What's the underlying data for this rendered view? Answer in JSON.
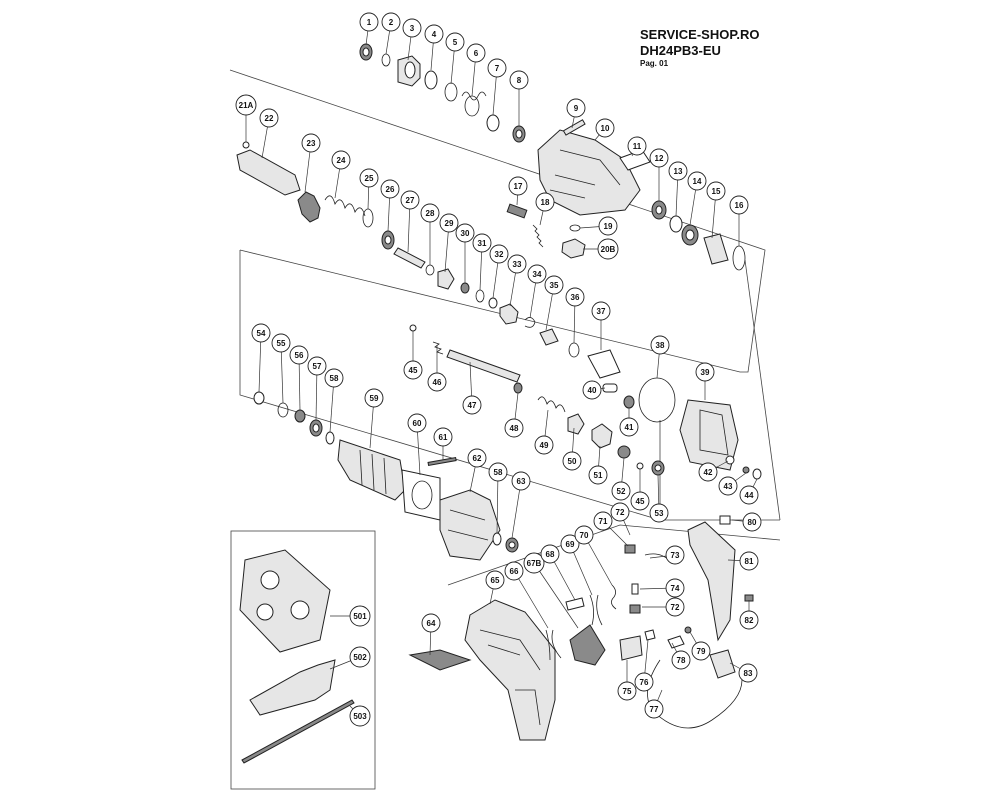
{
  "header": {
    "site": "SERVICE-SHOP.RO",
    "model": "DH24PB3-EU",
    "page": "Pag. 01"
  },
  "parts": [
    "1",
    "2",
    "3",
    "4",
    "5",
    "6",
    "7",
    "8",
    "9",
    "10",
    "11",
    "12",
    "13",
    "14",
    "15",
    "16",
    "17",
    "18",
    "19",
    "20B",
    "21A",
    "22",
    "23",
    "24",
    "25",
    "26",
    "27",
    "28",
    "29",
    "30",
    "31",
    "32",
    "33",
    "34",
    "35",
    "36",
    "37",
    "38",
    "39",
    "40",
    "41",
    "42",
    "43",
    "44",
    "45",
    "46",
    "47",
    "48",
    "49",
    "50",
    "51",
    "52",
    "45",
    "53",
    "54",
    "55",
    "56",
    "57",
    "58",
    "59",
    "60",
    "61",
    "62",
    "58",
    "63",
    "64",
    "65",
    "66",
    "67B",
    "68",
    "69",
    "70",
    "71",
    "72",
    "73",
    "74",
    "72",
    "75",
    "76",
    "77",
    "78",
    "79",
    "80",
    "81",
    "82",
    "83",
    "501",
    "502",
    "503"
  ]
}
